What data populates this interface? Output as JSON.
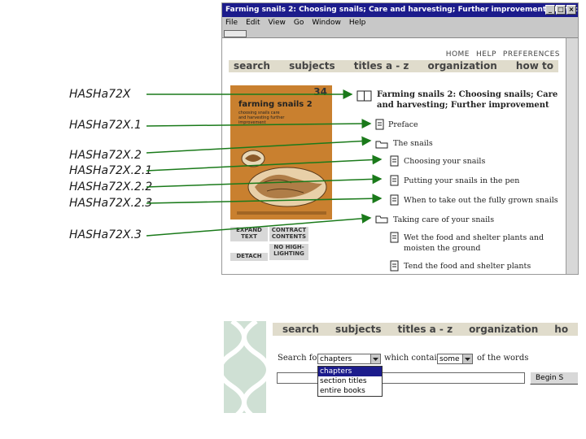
{
  "labels": [
    "HASHa72X",
    "HASHa72X.1",
    "HASHa72X.2",
    "HASHa72X.2.1",
    "HASHa72X.2.2",
    "HASHa72X.2.3",
    "HASHa72X.3"
  ],
  "browser": {
    "title": "Farming snails 2: Choosing snails; Care and harvesting; Further improvement - Netscape",
    "menu": [
      "File",
      "Edit",
      "View",
      "Go",
      "Window",
      "Help"
    ],
    "toplinks": [
      "HOME",
      "HELP",
      "PREFERENCES"
    ],
    "nav": [
      "search",
      "subjects",
      "titles a - z",
      "organization",
      "how to"
    ],
    "cover": {
      "number": "34",
      "title": "farming snails 2",
      "subtitle": "choosing snails care and harvesting further improvement"
    },
    "buttons": {
      "expand_text": "EXPAND TEXT",
      "contract_contents": "CONTRACT CONTENTS",
      "detach": "DETACH",
      "no_highlighting": "NO HIGH- LIGHTING"
    },
    "tree": {
      "book": "Farming snails 2: Choosing snails; Care and harvesting; Further improvement",
      "preface": "Preface",
      "the_snails": "The snails",
      "choosing": "Choosing your snails",
      "putting": "Putting your snails in the pen",
      "when": "When to take out the fully grown snails",
      "taking_care": "Taking care of your snails",
      "wet": "Wet the food and shelter plants and moisten the ground",
      "tend": "Tend the food and shelter plants"
    }
  },
  "search_panel": {
    "nav": [
      "search",
      "subjects",
      "titles a - z",
      "organization",
      "ho"
    ],
    "search_for": "Search for",
    "selected_scope": "chapters",
    "which_contain": "which contain",
    "selected_mode": "some",
    "of_the_words": "of the words",
    "options": [
      "chapters",
      "section titles",
      "entire books"
    ],
    "begin_button": "Begin S"
  },
  "colors": {
    "titlebar": "#1c1c8c",
    "arrow": "#1a7a1a",
    "cover": "#c9802f",
    "navbar": "#e0dccc"
  }
}
